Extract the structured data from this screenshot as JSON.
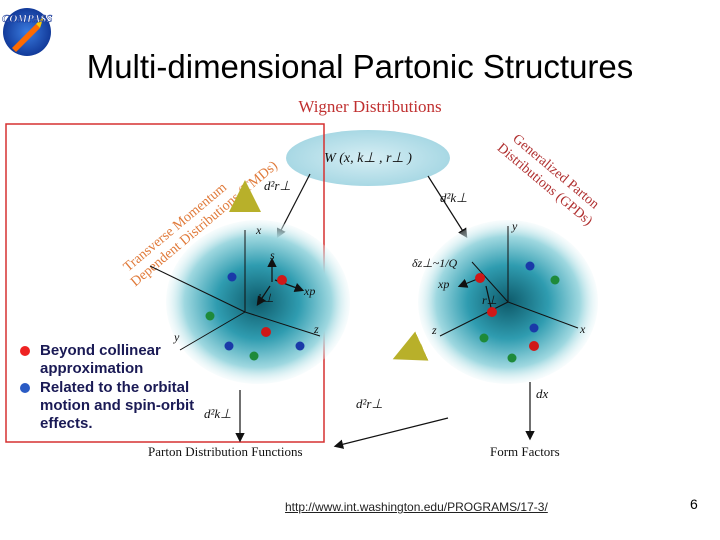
{
  "slide_title": "Multi-dimensional Partonic Structures",
  "logo": {
    "text": "COMPASS"
  },
  "diagram": {
    "top_title": "Wigner Distributions",
    "wigner_formula": "W (x, k⊥ , r⊥ )",
    "tmd_label_line1": "Transverse Momentum",
    "tmd_label_line2": "Dependent Distributions (TMDs)",
    "gpd_label_line1": "Generalized Parton",
    "gpd_label_line2": "Distributions (GPDs)",
    "d2r_left": "d²r⊥",
    "d2k_right": "d²k⊥",
    "left_axis_x": "x",
    "left_axis_y": "y",
    "left_axis_z": "z",
    "left_s": "s",
    "left_xp": "xp",
    "left_kperp": "k⊥",
    "right_axis_x": "x",
    "right_axis_y": "y",
    "right_axis_z": "z",
    "right_delta": "δz⊥~1/Q",
    "right_xp": "xp",
    "right_rperp": "r⊥",
    "d2k_bottom_left": "d²k⊥",
    "d2r_bottom_mid": "d²r⊥",
    "dx_label": "dx",
    "pdf_label": "Parton Distribution Functions",
    "ff_label": "Form Factors",
    "colors": {
      "red_box": "#d63030",
      "tmd_text": "#e07a3a",
      "gpd_text": "#b03030",
      "title_text": "#c03030"
    }
  },
  "bullets": [
    {
      "line1": "Beyond collinear",
      "line2": "approximation",
      "line3": ""
    },
    {
      "line1": "Related to the orbital",
      "line2": "motion and spin-orbit",
      "line3": "effects."
    }
  ],
  "footer": {
    "link": "http://www.int.washington.edu/PROGRAMS/17-3/",
    "page_number": "6"
  }
}
